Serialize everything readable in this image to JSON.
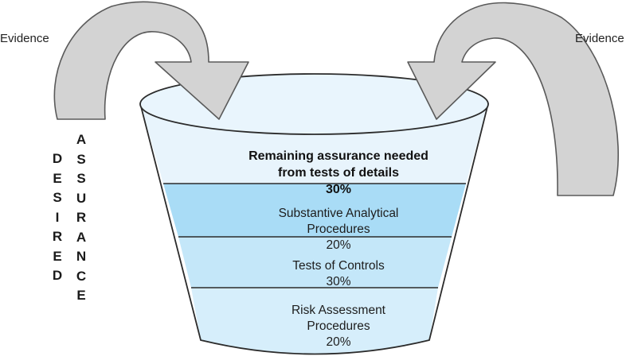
{
  "arrows": {
    "left_label": "Evidence",
    "right_label": "Evidence"
  },
  "side_label": {
    "word1": "DESIRED",
    "word2": "ASSURANCE"
  },
  "layers": [
    {
      "lines": [
        "Remaining assurance needed",
        "from tests of details"
      ],
      "percent": "30%",
      "color": "#e8f4fc"
    },
    {
      "lines": [
        "Substantive Analytical",
        "Procedures"
      ],
      "percent": "20%",
      "color": "#a9dcf6"
    },
    {
      "lines": [
        "Tests of Controls"
      ],
      "percent": "30%",
      "color": "#c4e7f9"
    },
    {
      "lines": [
        "Risk Assessment",
        "Procedures"
      ],
      "percent": "20%",
      "color": "#d6eefb"
    }
  ],
  "colors": {
    "arrow_fill": "#d3d3d3",
    "arrow_stroke": "#5a5a5a",
    "rim_fill": "#e9f5fd",
    "outline": "#2b2b2b"
  }
}
